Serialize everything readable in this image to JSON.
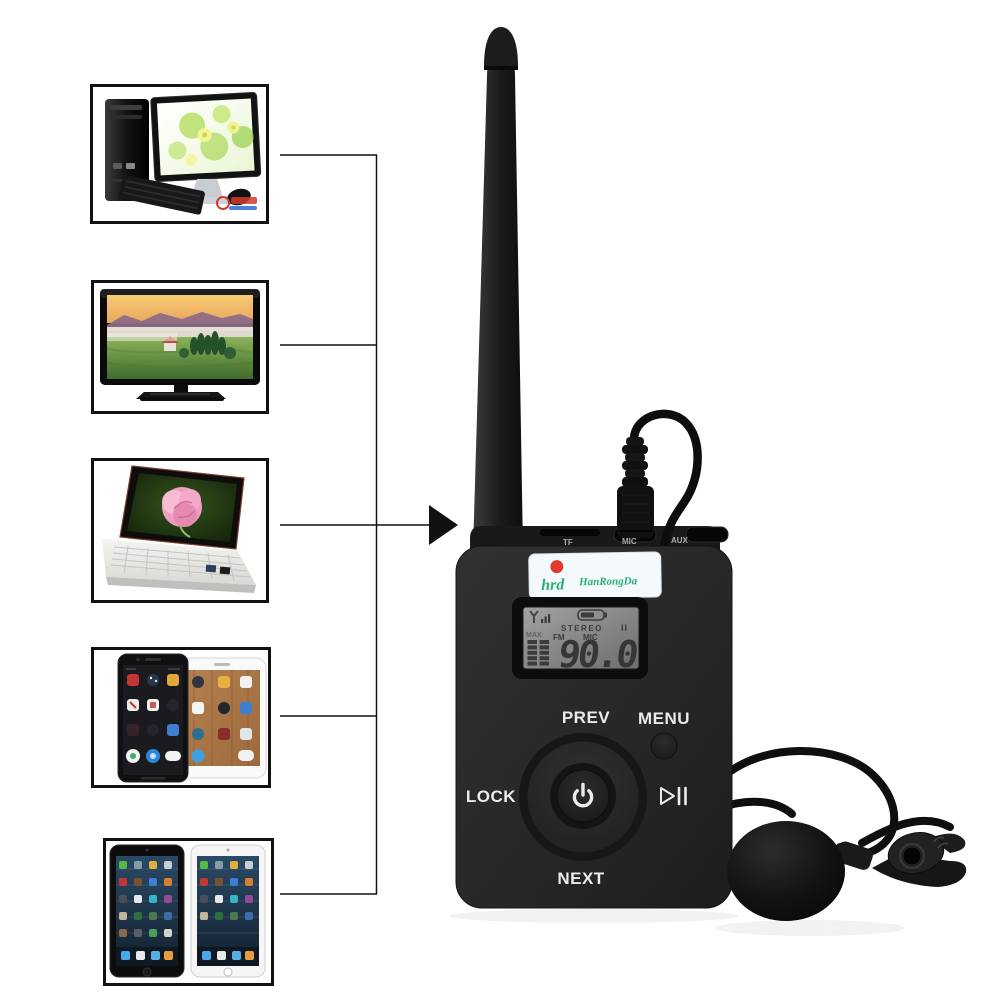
{
  "device": {
    "brand_label": {
      "logo_text": "hrd",
      "name": "HanRongDa"
    },
    "top_ports": {
      "tf": "TF",
      "mic": "MIC",
      "aux": "AUX"
    },
    "lcd": {
      "frequency": "90.0",
      "stereo_label": "STEREO",
      "band_label": "FM",
      "mic_label": "MIC",
      "volume_label": "MAX",
      "pause_indicator": "II",
      "icons": [
        "signal-icon",
        "battery-icon",
        "volume-bars"
      ]
    },
    "controls": {
      "prev_label": "PREV",
      "menu_label": "MENU",
      "lock_label": "LOCK",
      "next_label": "NEXT",
      "icons": [
        "power-icon",
        "play-pause-icon"
      ]
    }
  },
  "diagram": {
    "source_devices": [
      {
        "icon": "desktop-computer-image"
      },
      {
        "icon": "television-image"
      },
      {
        "icon": "laptop-image"
      },
      {
        "icon": "smartphones-image"
      },
      {
        "icon": "tablets-image"
      }
    ],
    "connector": "lines-with-arrow-to-transmitter"
  },
  "accessory": {
    "microphone": "lavalier-microphone-with-clip"
  },
  "colors": {
    "background": "#ffffff",
    "device_body": "#262626",
    "lcd_screen": "#8f8f8f",
    "brand_green": "#2fae74",
    "logo_red": "#e23b2e",
    "connector_line": "#111111"
  }
}
